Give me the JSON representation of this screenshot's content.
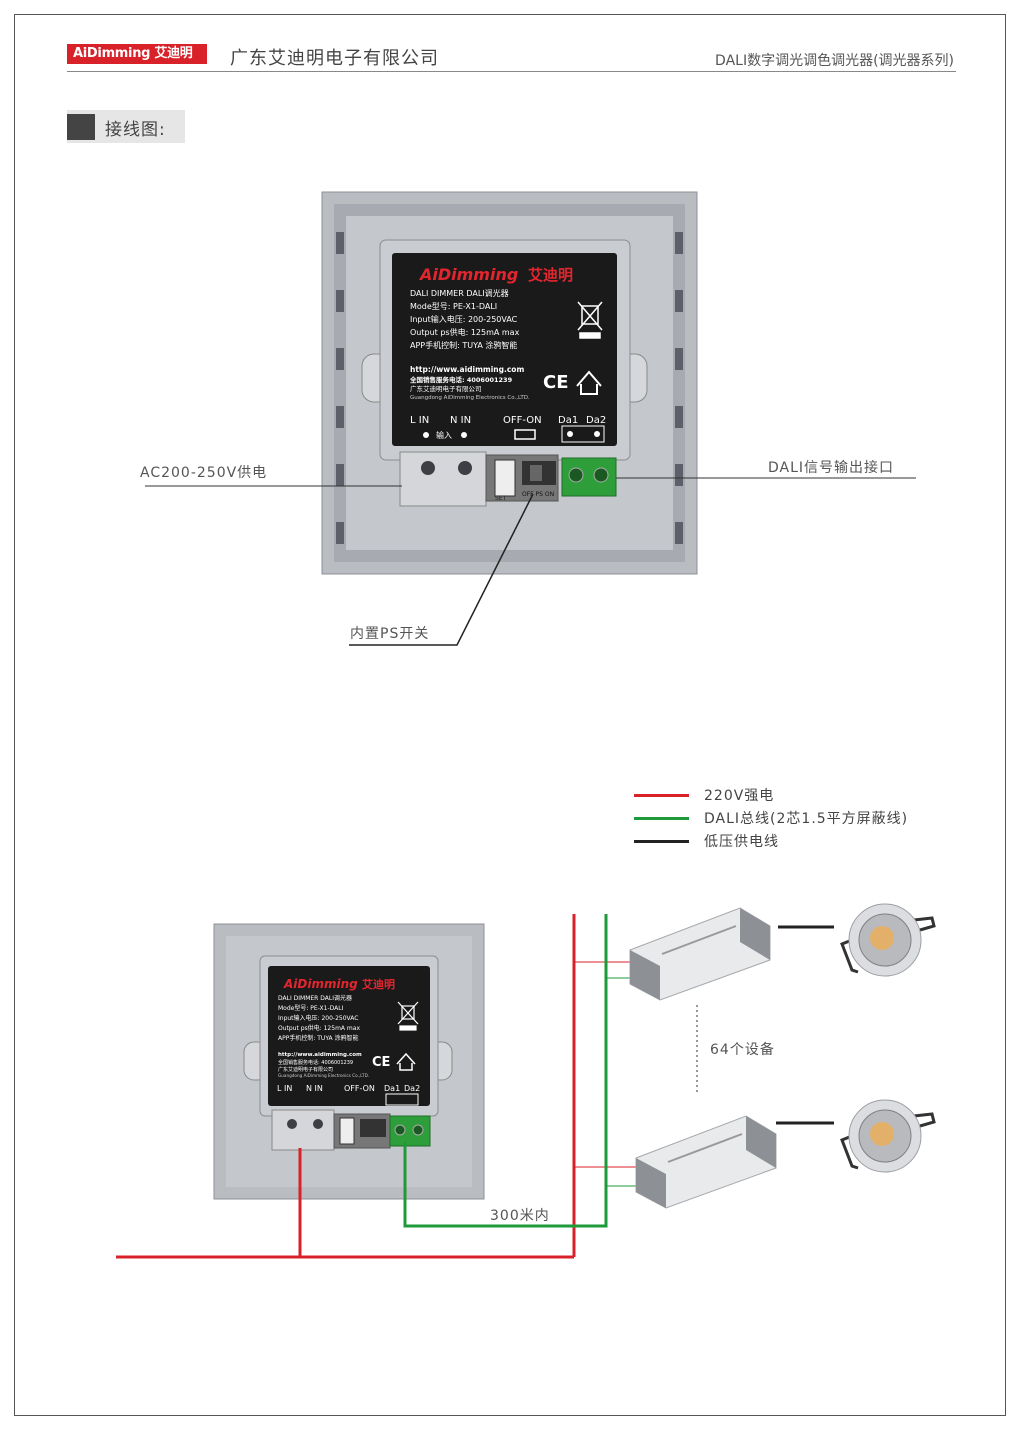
{
  "header": {
    "logo_text": "AiDimming 艾迪明",
    "company": "广东艾迪明电子有限公司",
    "series": "DALI数字调光调色调光器(调光器系列)"
  },
  "section": {
    "title": "接线图:"
  },
  "top_diagram": {
    "label_left": "AC200-250V供电",
    "label_right": "DALI信号输出接口",
    "label_bottom": "内置PS开关"
  },
  "device_label": {
    "brand": "AiDimming",
    "brand_cn": "艾迪明",
    "line1": "DALI DIMMER DALI调光器",
    "line2": "Mode型号: PE-X1-DALI",
    "line3": "Input输入电压: 200-250VAC",
    "line4": "Output ps供电: 125mA max",
    "line5": "APP手机控制: TUYA 涂鸦智能",
    "url": "http://www.aidimming.com",
    "hotline": "全国销售服务电话: 4006001239",
    "company_cn": "广东艾迪明电子有限公司",
    "company_en": "Guangdong AiDimming Electronics Co.,LTD.",
    "ce": "CE",
    "term_lin": "L IN",
    "term_nin": "N IN",
    "term_input": "输入",
    "term_offon": "OFF-ON",
    "term_da1": "Da1",
    "term_da2": "Da2",
    "switch_text": "OFF PS ON",
    "set_text": "SET"
  },
  "legend": [
    {
      "label": "220V强电",
      "color": "#d82128"
    },
    {
      "label": "DALI总线(2芯1.5平方屏蔽线)",
      "color": "#1f9a3a"
    },
    {
      "label": "低压供电线",
      "color": "#222222"
    }
  ],
  "bottom_diagram": {
    "devices_label": "64个设备",
    "distance_label": "300米内"
  }
}
